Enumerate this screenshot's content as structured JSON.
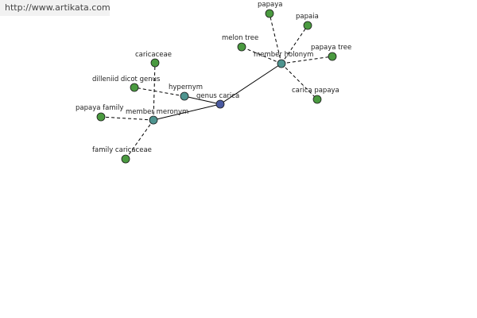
{
  "watermark": "http://www.artikata.com",
  "colors": {
    "center": "#4a5aa0",
    "relation": "#4e948f",
    "leaf": "#4a9a40",
    "watermark_bg": "#f2f2f2",
    "watermark_text": "#444444"
  },
  "nodes": [
    {
      "id": "genus",
      "label": "genus carica",
      "kind": "center"
    },
    {
      "id": "hypernym",
      "label": "hypernym",
      "kind": "relation"
    },
    {
      "id": "meronym",
      "label": "member meronym",
      "kind": "relation"
    },
    {
      "id": "holonym",
      "label": "member holonym",
      "kind": "relation"
    },
    {
      "id": "caricaceae",
      "label": "caricaceae",
      "kind": "leaf"
    },
    {
      "id": "dillenid",
      "label": "dilleniid dicot genus",
      "kind": "leaf"
    },
    {
      "id": "papaya_family",
      "label": "papaya family",
      "kind": "leaf"
    },
    {
      "id": "family_caricaceae",
      "label": "family caricaceae",
      "kind": "leaf"
    },
    {
      "id": "papaya",
      "label": "papaya",
      "kind": "leaf"
    },
    {
      "id": "papaia",
      "label": "papaia",
      "kind": "leaf"
    },
    {
      "id": "melon_tree",
      "label": "melon tree",
      "kind": "leaf"
    },
    {
      "id": "papaya_tree",
      "label": "papaya tree",
      "kind": "leaf"
    },
    {
      "id": "carica_papaya",
      "label": "carica papaya",
      "kind": "leaf"
    }
  ],
  "edges": [
    {
      "from": "genus",
      "to": "hypernym",
      "style": "solid"
    },
    {
      "from": "genus",
      "to": "meronym",
      "style": "solid"
    },
    {
      "from": "genus",
      "to": "holonym",
      "style": "solid"
    },
    {
      "from": "hypernym",
      "to": "dillenid",
      "style": "dashed"
    },
    {
      "from": "meronym",
      "to": "caricaceae",
      "style": "dashed"
    },
    {
      "from": "meronym",
      "to": "papaya_family",
      "style": "dashed"
    },
    {
      "from": "meronym",
      "to": "family_caricaceae",
      "style": "dashed"
    },
    {
      "from": "holonym",
      "to": "papaya",
      "style": "dashed"
    },
    {
      "from": "holonym",
      "to": "papaia",
      "style": "dashed"
    },
    {
      "from": "holonym",
      "to": "melon_tree",
      "style": "dashed"
    },
    {
      "from": "holonym",
      "to": "papaya_tree",
      "style": "dashed"
    },
    {
      "from": "holonym",
      "to": "carica_papaya",
      "style": "dashed"
    }
  ]
}
